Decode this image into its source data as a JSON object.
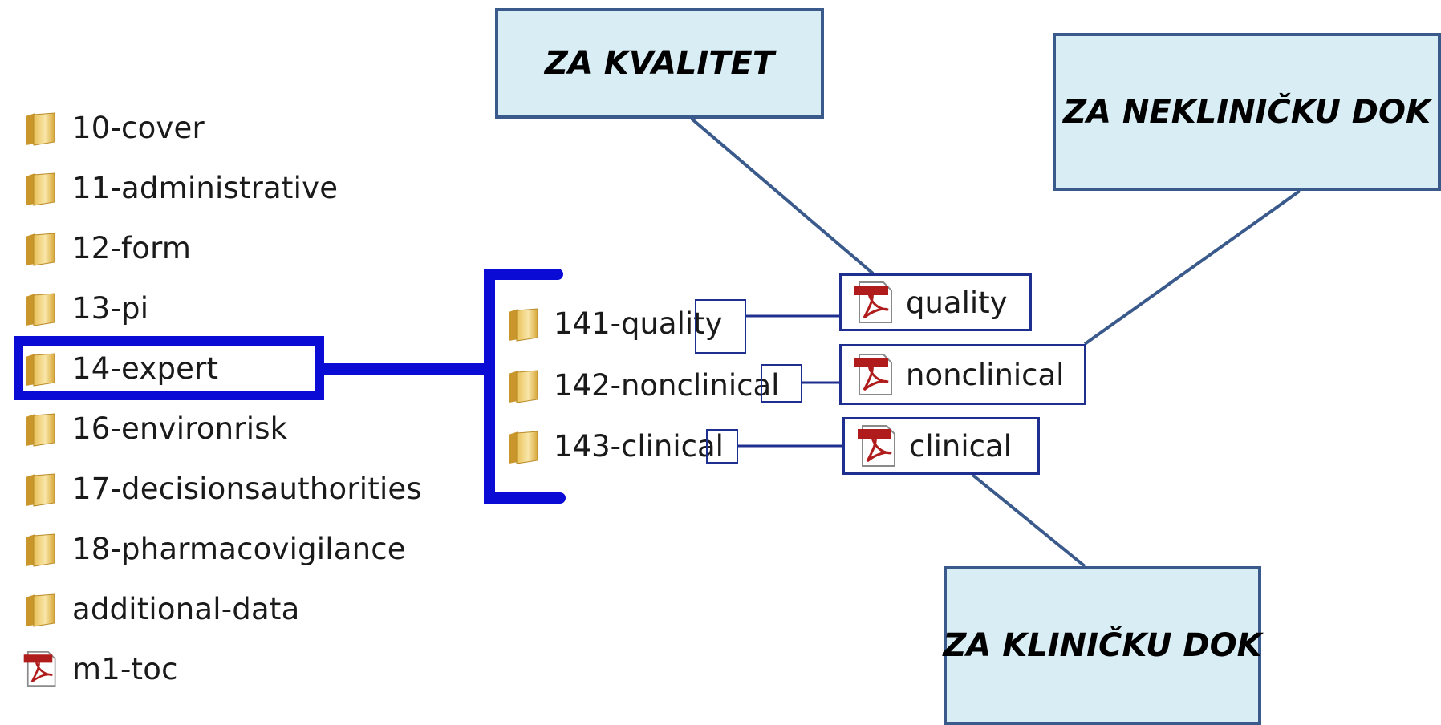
{
  "folder_list": {
    "items": [
      {
        "label": "10-cover",
        "icon": "folder-icon"
      },
      {
        "label": "11-administrative",
        "icon": "folder-icon"
      },
      {
        "label": "12-form",
        "icon": "folder-icon"
      },
      {
        "label": "13-pi",
        "icon": "folder-icon"
      },
      {
        "label": "14-expert",
        "icon": "folder-icon"
      },
      {
        "label": "16-environrisk",
        "icon": "folder-icon"
      },
      {
        "label": "17-decisionsauthorities",
        "icon": "folder-icon"
      },
      {
        "label": "18-pharmacovigilance",
        "icon": "folder-icon"
      },
      {
        "label": "additional-data",
        "icon": "folder-icon"
      },
      {
        "label": "m1-toc",
        "icon": "pdf-icon"
      }
    ]
  },
  "subfolders": {
    "items": [
      {
        "label": "141-quality",
        "icon": "folder-icon"
      },
      {
        "label": "142-nonclinical",
        "icon": "folder-icon"
      },
      {
        "label": "143-clinical",
        "icon": "folder-icon"
      }
    ]
  },
  "documents": {
    "items": [
      {
        "label": "quality",
        "icon": "pdf-icon"
      },
      {
        "label": "nonclinical",
        "icon": "pdf-icon"
      },
      {
        "label": "clinical",
        "icon": "pdf-icon"
      }
    ]
  },
  "callouts": {
    "quality": "ZA KVALITET",
    "nonclinical": "ZA NEKLINIČKU DOK",
    "clinical": "ZA KLINIČKU DOK"
  },
  "colors": {
    "highlight": "#0b0bd6",
    "callout_fill": "#d9edf5",
    "callout_border": "#3a5a8c",
    "connector": "#3a5a8c",
    "frame": "#1f2f8f",
    "pdf_red": "#b01c1c"
  }
}
